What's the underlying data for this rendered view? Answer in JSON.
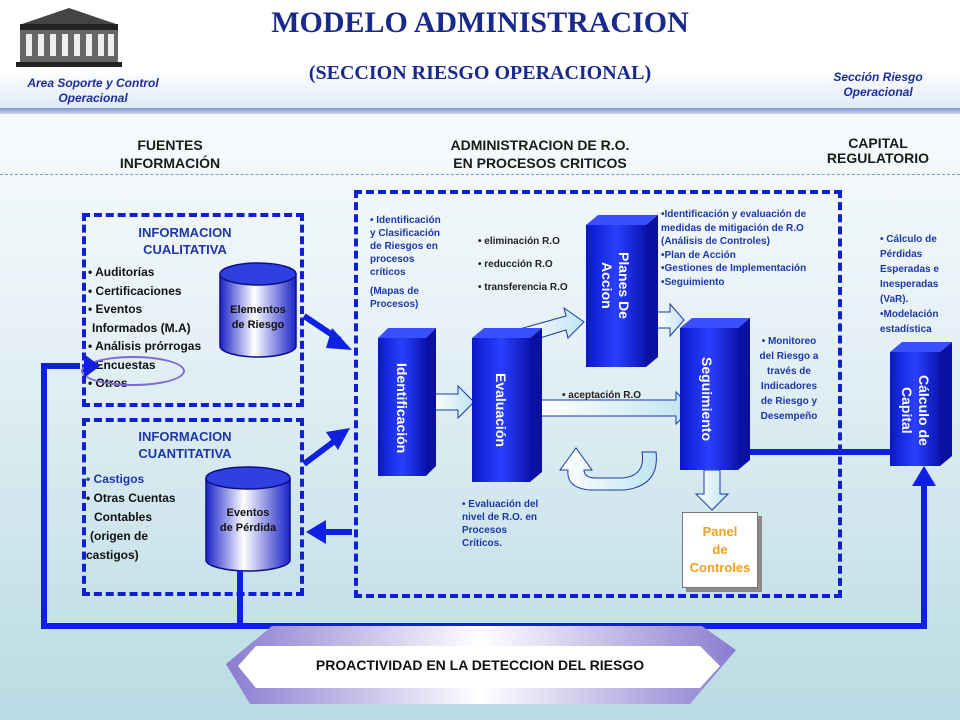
{
  "header": {
    "title": "MODELO ADMINISTRACION",
    "subtitle": "(SECCION RIESGO OPERACIONAL)",
    "left_caption": [
      "Area Soporte y Control",
      "Operacional"
    ],
    "right_caption": [
      "Sección Riesgo",
      "Operacional"
    ]
  },
  "columns": {
    "fuentes": [
      "FUENTES",
      "INFORMACIÓN"
    ],
    "administracion": [
      "ADMINISTRACION DE R.O.",
      "EN PROCESOS CRITICOS"
    ],
    "capital": [
      "CAPITAL",
      "REGULATORIO"
    ]
  },
  "cualitativa": {
    "title": [
      "INFORMACION",
      "CUALITATIVA"
    ],
    "items": [
      "• Auditorías",
      "• Certificaciones",
      "• Eventos",
      "Informados (M.A)",
      "• Análisis prórrogas",
      "• Encuestas",
      "• Otros"
    ],
    "cylinder": [
      "Elementos",
      "de Riesgo"
    ]
  },
  "cuantitativa": {
    "title": [
      "INFORMACION",
      "CUANTITATIVA"
    ],
    "items": [
      "• Castigos",
      "• Otras Cuentas",
      "Contables",
      "(origen de",
      "castigos)"
    ],
    "cylinder": [
      "Eventos",
      "de Pérdida"
    ]
  },
  "process": {
    "identificacion": "Identificación",
    "evaluacion": "Evaluación",
    "planes": "Planes De Accion",
    "seguimiento": "Seguimiento",
    "capital": "Cálculo de Capital"
  },
  "notes": {
    "identificacion": [
      "• Identificación",
      "y Clasificación",
      "de Riesgos en",
      "procesos",
      "críticos"
    ],
    "mapas": [
      "(Mapas de",
      "Procesos)"
    ],
    "acciones": [
      "• eliminación R.O",
      "• reducción R.O",
      "• transferencia R.O"
    ],
    "aceptacion": "• aceptación R.O",
    "evaluacion": [
      "• Evaluación del",
      "nivel de R.O. en",
      "Procesos",
      "Críticos."
    ],
    "planes": [
      "•Identificación y evaluación de",
      "medidas de mitigación de R.O",
      "(Análisis de Controles)",
      "•Plan de Acción",
      "•Gestiones de Implementación",
      "•Seguimiento"
    ],
    "monitoreo": [
      "• Monitoreo",
      "del Riesgo a",
      "través de",
      "Indicadores",
      "de Riesgo y",
      "Desempeño"
    ],
    "calculo": [
      "• Cálculo de",
      "Pérdidas",
      "Esperadas e",
      "Inesperadas",
      "(VaR).",
      "•Modelación",
      "estadística"
    ]
  },
  "panel": [
    "Panel",
    "de",
    "Controles"
  ],
  "banner": "PROACTIVIDAD EN LA DETECCION DEL RIESGO",
  "colors": {
    "title": "#1a2a8c",
    "dash": "#1020d0",
    "box_blue": "#1020d8",
    "note_blue": "#1c38a8",
    "panel_text": "#f0a020",
    "banner": "#9a88d8"
  }
}
